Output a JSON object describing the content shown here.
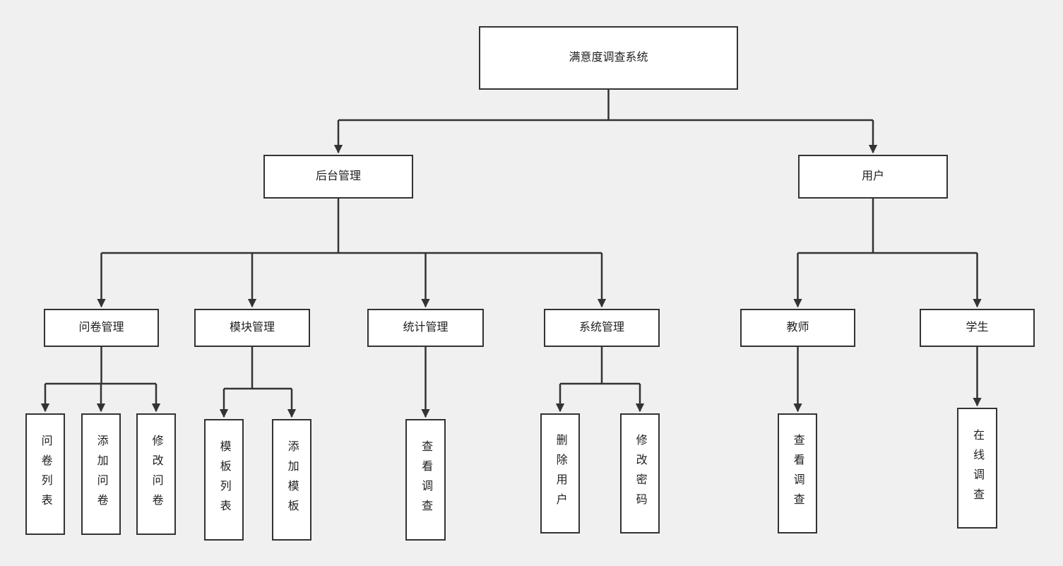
{
  "colors": {
    "canvas_background": "#f0f0f0",
    "node_background": "#ffffff",
    "line": "#333333"
  },
  "nodes": {
    "root": "满意度调查系统",
    "backend": "后台管理",
    "user": "用户",
    "questionnaire_mgmt": "问卷管理",
    "module_mgmt": "模块管理",
    "stats_mgmt": "统计管理",
    "system_mgmt": "系统管理",
    "teacher": "教师",
    "student": "学生",
    "questionnaire_list": "问卷列表",
    "add_questionnaire": "添加问卷",
    "edit_questionnaire": "修改问卷",
    "template_list": "模板列表",
    "add_template": "添加模板",
    "view_survey_stats": "查看调查",
    "delete_user": "删除用户",
    "change_password": "修改密码",
    "view_survey_teacher": "查看调查",
    "online_survey": "在线调查"
  }
}
